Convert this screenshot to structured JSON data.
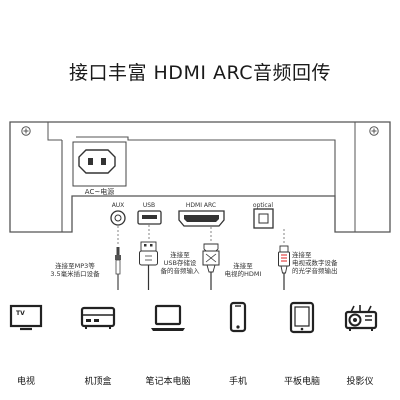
{
  "title": "接口丰富  HDMI ARC音频回传",
  "panel": {
    "power_label": "AC~电源",
    "ports": {
      "aux": "AUX",
      "usb": "USB",
      "hdmi": "HDMI ARC",
      "optical": "optical"
    }
  },
  "connections": {
    "aux": "连接至MP3等\n3.5毫米插口设备",
    "usb": "连接至\nUSB存储设\n备的音频输入",
    "hdmi": "连接至\n电视的HDMI",
    "optical": "连接至\n电视或数字设备\n的光学音频输出"
  },
  "devices": [
    {
      "label": "电视",
      "icon": "tv-icon",
      "badge": "TV"
    },
    {
      "label": "机顶盒",
      "icon": "set-top-box-icon"
    },
    {
      "label": "笔记本电脑",
      "icon": "laptop-icon"
    },
    {
      "label": "手机",
      "icon": "phone-icon"
    },
    {
      "label": "平板电脑",
      "icon": "tablet-icon"
    },
    {
      "label": "投影仪",
      "icon": "projector-icon"
    }
  ]
}
